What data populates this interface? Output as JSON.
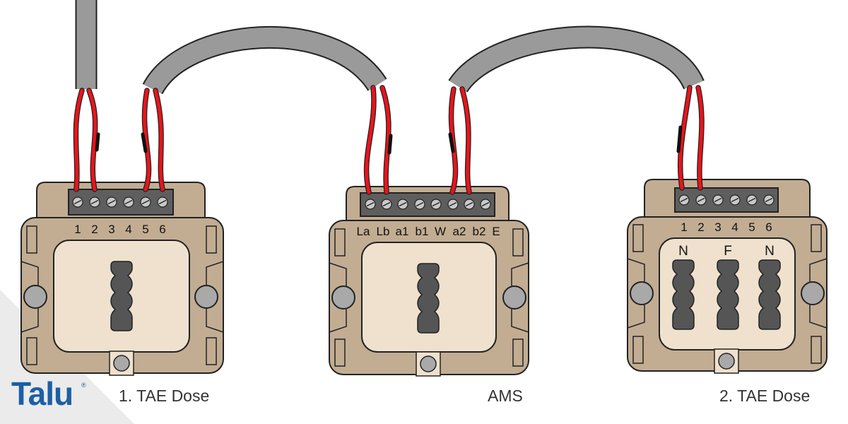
{
  "captions": {
    "first": "1. TAE Dose",
    "ams": "AMS",
    "second": "2. TAE Dose"
  },
  "logo": {
    "text": "Talu",
    "mark": "®"
  },
  "sockets": [
    {
      "id": "tae1",
      "terminals": [
        "1",
        "2",
        "3",
        "4",
        "5",
        "6"
      ],
      "slot_labels": []
    },
    {
      "id": "ams",
      "terminals": [
        "La",
        "Lb",
        "a1",
        "b1",
        "W",
        "a2",
        "b2",
        "E"
      ],
      "slot_labels": []
    },
    {
      "id": "tae2",
      "terminals": [
        "1",
        "2",
        "3",
        "4",
        "5",
        "6"
      ],
      "slot_labels": [
        "N",
        "F",
        "N"
      ]
    }
  ],
  "colors": {
    "housing": "#c2ad93",
    "face": "#efe1cd",
    "cable": "#9a9a9a",
    "wire": "#e8141b",
    "terminal_block": "#5e5e5e",
    "screw": "#c8c8c8",
    "logo": "#1d5fa6"
  }
}
